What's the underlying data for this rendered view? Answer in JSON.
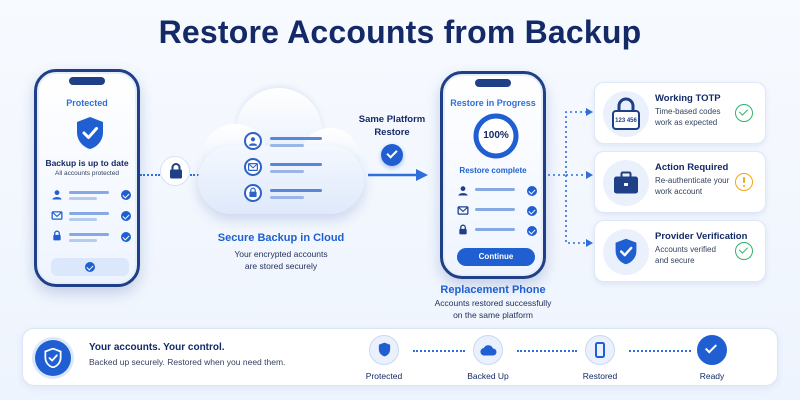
{
  "title": "Restore Accounts from Backup",
  "source_phone": {
    "header": "Protected",
    "status_title": "Backup is up to date",
    "status_subtitle": "All accounts protected"
  },
  "cloud": {
    "title": "Secure Backup in Cloud",
    "text_line1": "Your encrypted accounts",
    "text_line2": "are stored securely"
  },
  "transfer": {
    "label_line1": "Same Platform",
    "label_line2": "Restore"
  },
  "target_phone": {
    "header": "Restore in Progress",
    "progress_text": "100%",
    "progress_value": 100,
    "status": "Restore complete",
    "button": "Continue",
    "caption_title": "Replacement Phone",
    "caption_line1": "Accounts restored successfully",
    "caption_line2": "on the same platform"
  },
  "cards": [
    {
      "title": "Working TOTP",
      "line1": "Time-based codes",
      "line2": "work as expected",
      "code": "123 456",
      "status": "ok"
    },
    {
      "title": "Action Required",
      "line1": "Re-authenticate your",
      "line2": "work account",
      "status": "warning"
    },
    {
      "title": "Provider Verification",
      "line1": "Accounts verified",
      "line2": "and secure",
      "status": "ok"
    }
  ],
  "banner": {
    "title": "Your accounts. Your control.",
    "subtitle": "Backed up securely. Restored when you need them.",
    "steps": [
      "Protected",
      "Backed Up",
      "Restored",
      "Ready"
    ]
  },
  "colors": {
    "primary": "#1f5fd1",
    "navy": "#142a66",
    "ok": "#2fb36b",
    "warning": "#f2a516"
  }
}
